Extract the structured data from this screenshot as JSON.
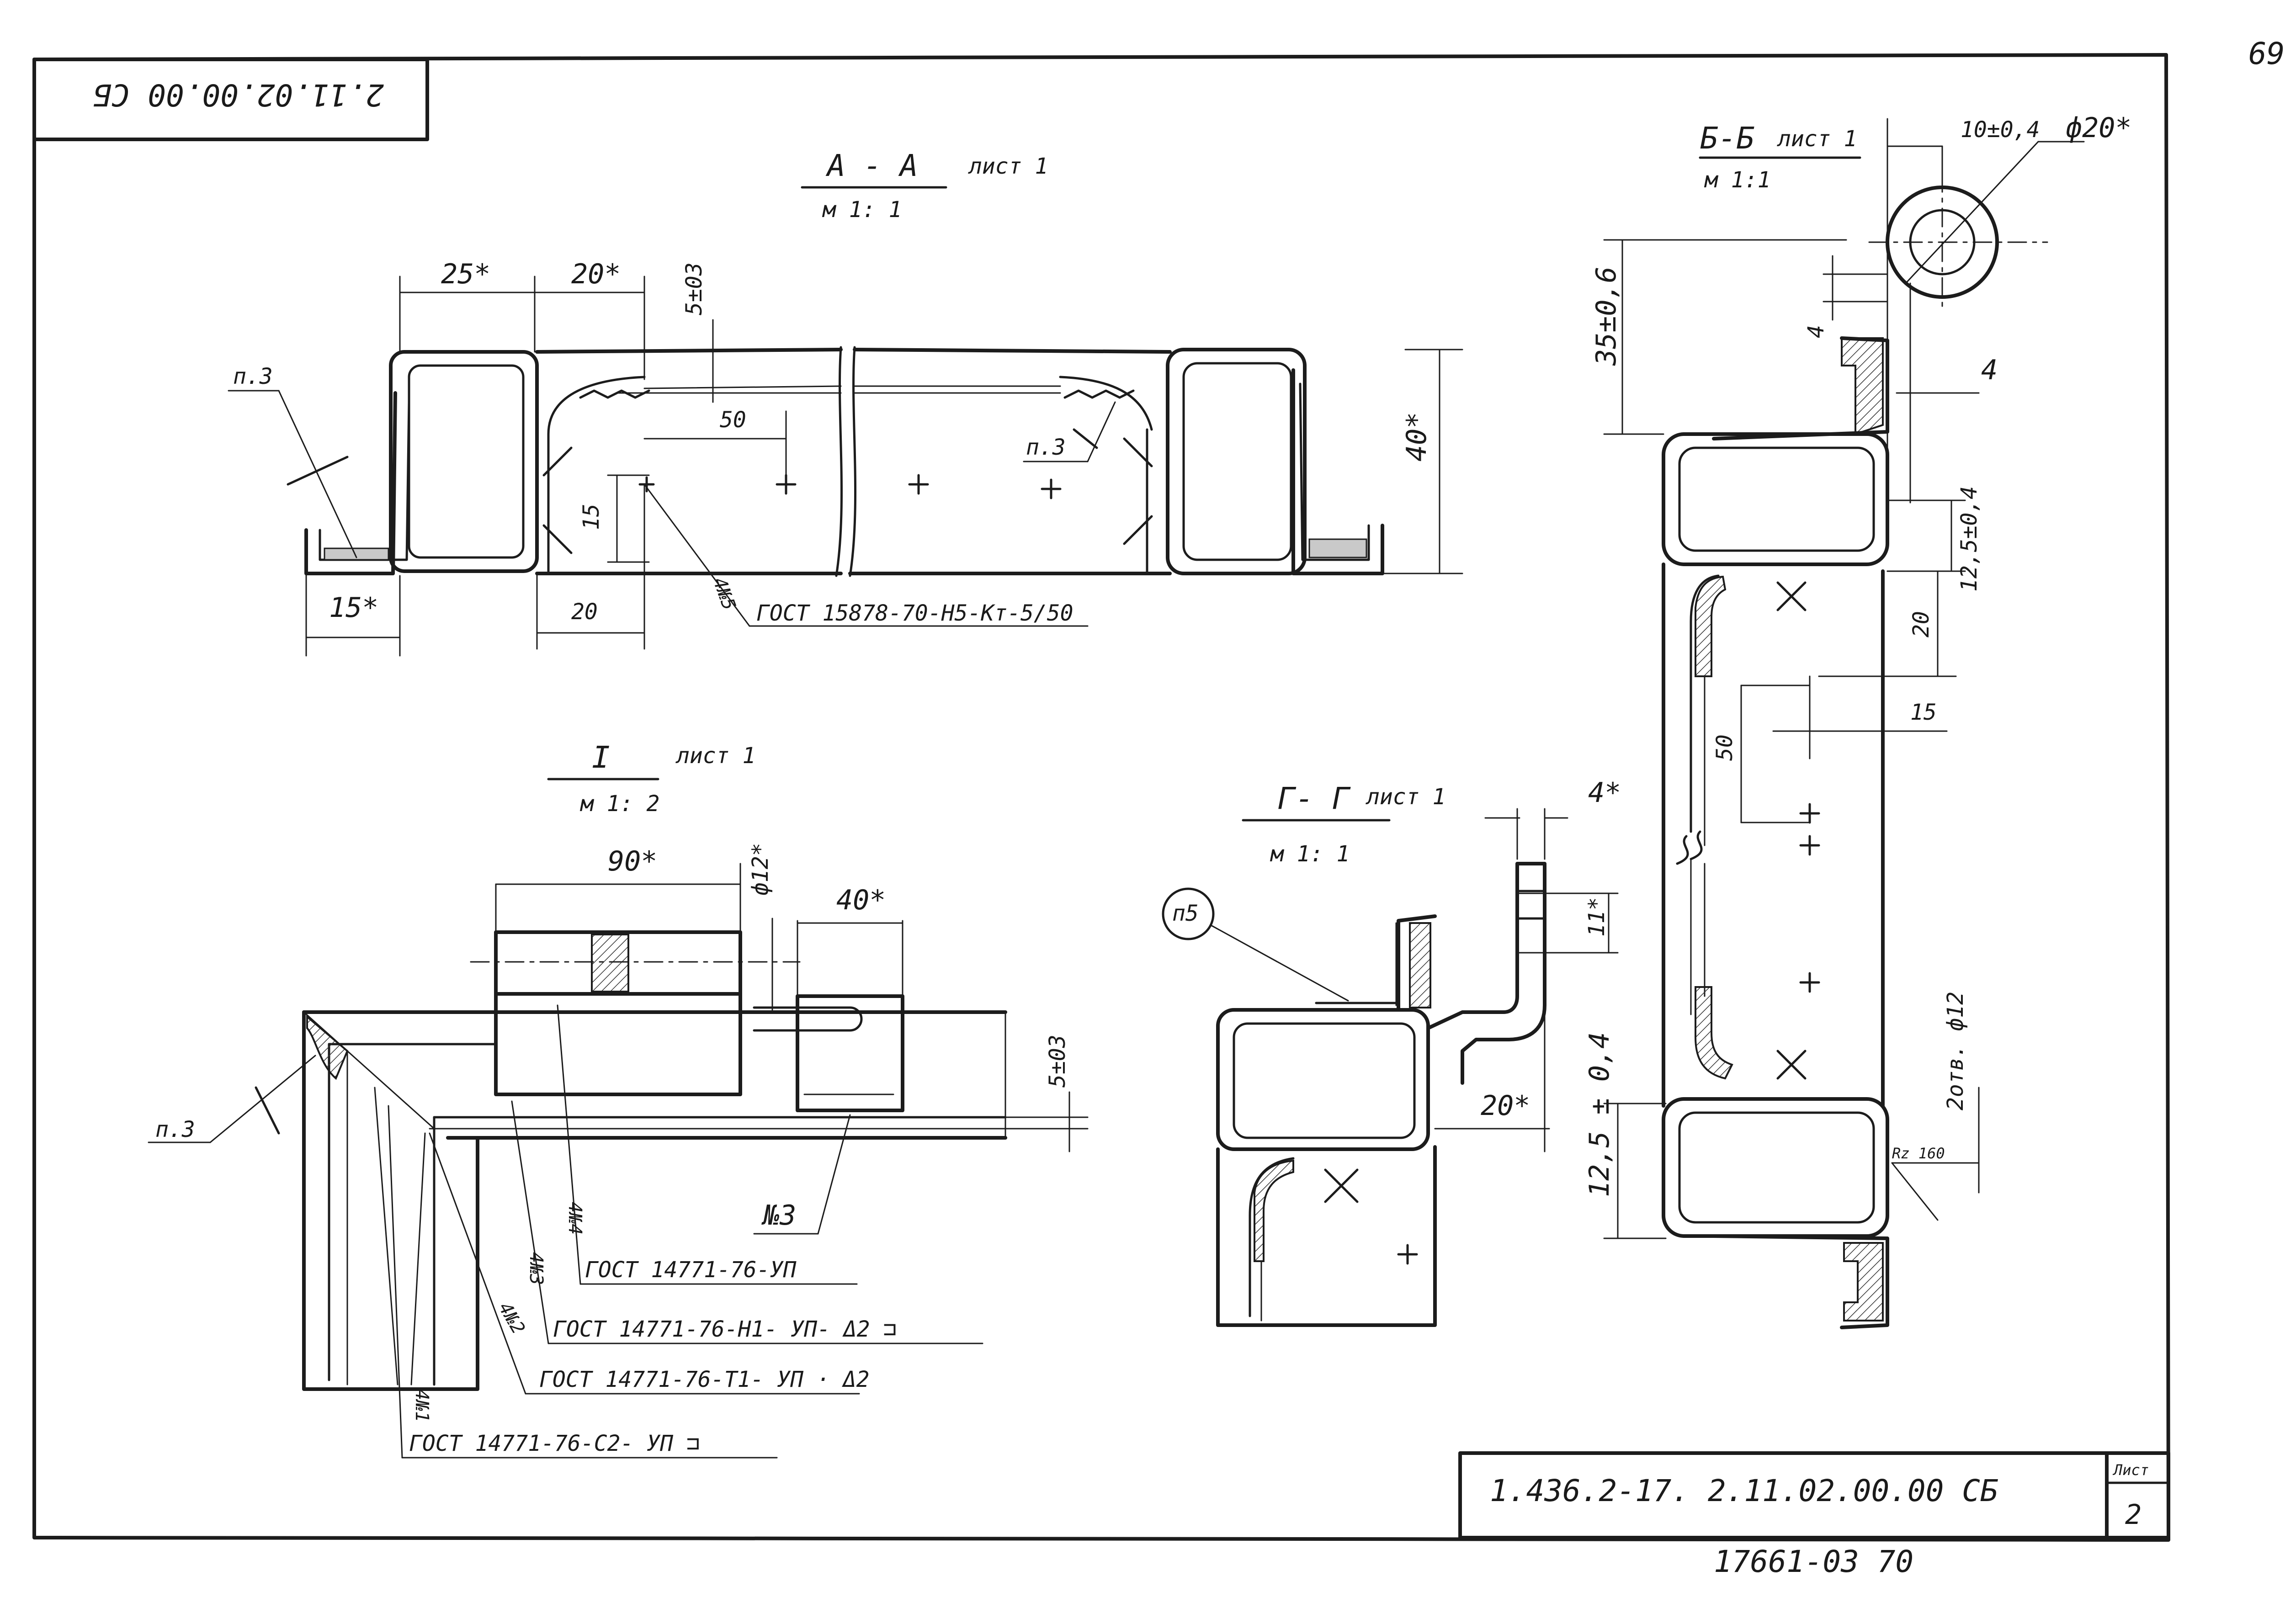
{
  "page_number": "69",
  "stamp_code": "2.11.02.00.00 СБ",
  "title_block": {
    "designation": "1.436.2-17. 2.11.02.00.00 СБ",
    "sheet_label": "Лист",
    "sheet_number": "2",
    "archive_number": "17661-03 70"
  },
  "sections": {
    "aa": {
      "title": "А - А",
      "sheet_ref": "лист 1",
      "scale": "м 1: 1",
      "dims": {
        "d25": "25*",
        "d20top": "20*",
        "d5": "5±03",
        "d50": "50",
        "d40": "40*",
        "d15v": "15",
        "d20": "20",
        "d15": "15*"
      },
      "labels": {
        "weld_left": "п.3",
        "weld_right": "п.3",
        "fastener_pos": "4№5",
        "fastener_std": "ГОСТ 15878-70-Н5-Кт-5/50"
      }
    },
    "bb": {
      "title": "Б-Б",
      "sheet_ref": "лист 1",
      "scale": "м 1:1",
      "dims": {
        "d10": "10±0,4",
        "dphi20": "ф20*",
        "d35": "35±0,6",
        "d4a": "4",
        "d4b": "4",
        "d125top": "12,5±0,4",
        "d20": "20",
        "d15": "15",
        "d50": "50",
        "holes": "2отв. ф12",
        "d125bot": "12,5 ± 0,4",
        "rz": "Rz 160"
      }
    },
    "i": {
      "title": "I",
      "sheet_ref": "лист 1",
      "scale": "м 1: 2",
      "dims": {
        "d90": "90*",
        "dphi12": "ф12*",
        "d40": "40*",
        "d5": "5±03"
      },
      "labels": {
        "weld": "п.3",
        "pos3": "№3",
        "pos4_tag": "4№4",
        "pos3_tag": "4№3",
        "pos2_tag": "4№2",
        "pos1_tag": "4№1",
        "std_up": "ГОСТ 14771-76-УП",
        "std_n1": "ГОСТ 14771-76-Н1- УП- Δ2 ⊐",
        "std_t1": "ГОСТ 14771-76-Т1- УП · Δ2",
        "std_c2": "ГОСТ 14771-76-С2- УП ⊐"
      }
    },
    "gg": {
      "title": "Г- Г",
      "sheet_ref": "лист 1",
      "scale": "м 1: 1",
      "dims": {
        "d4": "4*",
        "d11": "11*",
        "d20": "20*"
      },
      "labels": {
        "callout": "п5"
      }
    }
  }
}
